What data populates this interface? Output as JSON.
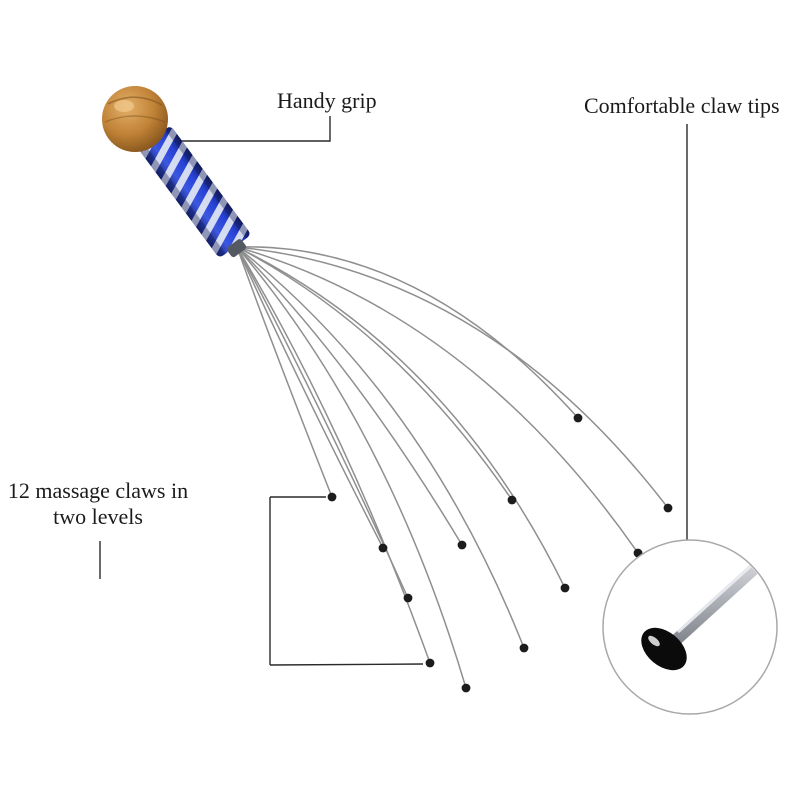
{
  "labels": {
    "handy_grip": "Handy grip",
    "claw_tips": "Comfortable claw tips",
    "claws_line1": "12 massage claws in",
    "claws_line2": "two levels"
  },
  "colors": {
    "handle_blue": "#2742d6",
    "handle_stripe": "#dfe4f2",
    "wood_light": "#d9a05a",
    "wood_dark": "#8a5a1e",
    "wire": "#8f8f8f",
    "tip": "#1c1c1c",
    "line": "#2a2a2a",
    "inset_border": "#a8a8a8",
    "text": "#1b1b1b",
    "bg": "#ffffff"
  }
}
